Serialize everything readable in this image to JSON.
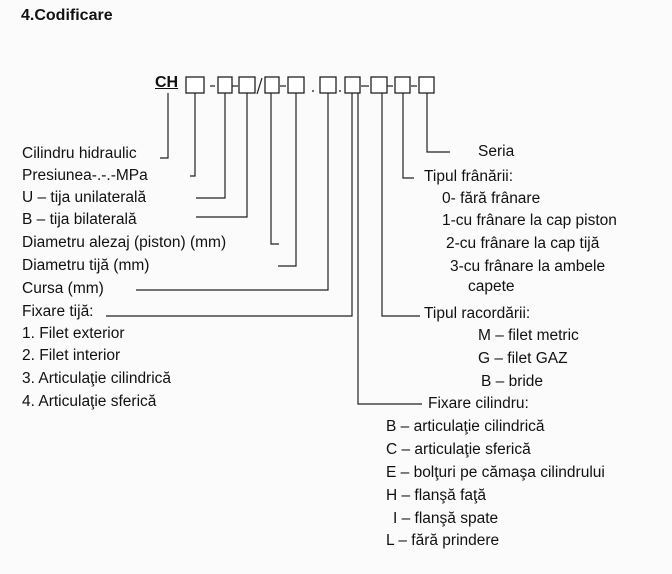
{
  "title": "4.Codificare",
  "code_prefix": "CH",
  "code_box_separators": [
    "-",
    "/",
    "-",
    ".",
    "",
    "-",
    "-",
    "-"
  ],
  "left_labels": [
    "Cilindru hidraulic",
    "Presiunea-.-.-MPa",
    "U – tija unilaterală",
    "B – tija bilaterală",
    "Diametru alezaj (piston) (mm)",
    "Diametru tijă (mm)",
    "Cursa (mm)",
    "Fixare tijă:"
  ],
  "fixare_tija_options": [
    "1. Filet exterior",
    "2. Filet interior",
    "3. Articulaţie cilindrică",
    "4. Articulaţie sferică"
  ],
  "seria": "Seria",
  "tipul_franarii": {
    "heading": "Tipul frânării:",
    "options": [
      "0- fără frânare",
      "1-cu frânare la cap piston",
      "2-cu frânare la cap tijă",
      "3-cu frânare la ambele",
      "capete"
    ]
  },
  "tipul_racordarii": {
    "heading": "Tipul racordării:",
    "options": [
      "M – filet metric",
      "G – filet GAZ",
      "B – bride"
    ]
  },
  "fixare_cilindru": {
    "heading": "Fixare cilindru:",
    "options": [
      "B – articulaţie cilindrică",
      "C – articulaţie sferică",
      "E – bolţuri pe cămaşa cilindrului",
      "H – flanşă faţă",
      "I – flanşă spate",
      "L – fără prindere"
    ]
  }
}
